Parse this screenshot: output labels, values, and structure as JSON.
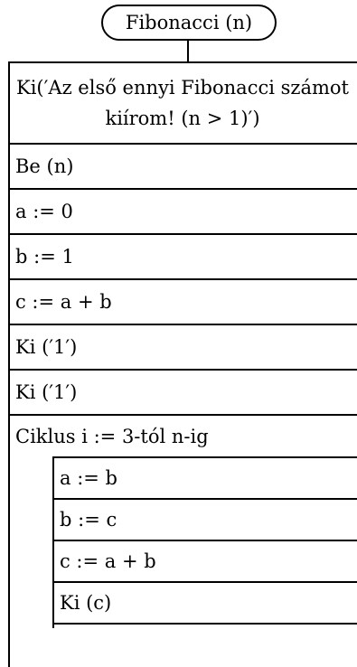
{
  "start": {
    "label": "Fibonacci (n)"
  },
  "steps": [
    "Ki(′Az első ennyi Fibonacci számot kiírom! (n > 1)′)",
    "Be (n)",
    "a := 0",
    "b := 1",
    "c := a + b",
    "Ki (′1′)",
    "Ki (′1′)"
  ],
  "loop": {
    "header": "Ciklus i := 3-tól n-ig",
    "body": [
      "a := b",
      "b := c",
      "c := a + b",
      "Ki (c)"
    ]
  }
}
